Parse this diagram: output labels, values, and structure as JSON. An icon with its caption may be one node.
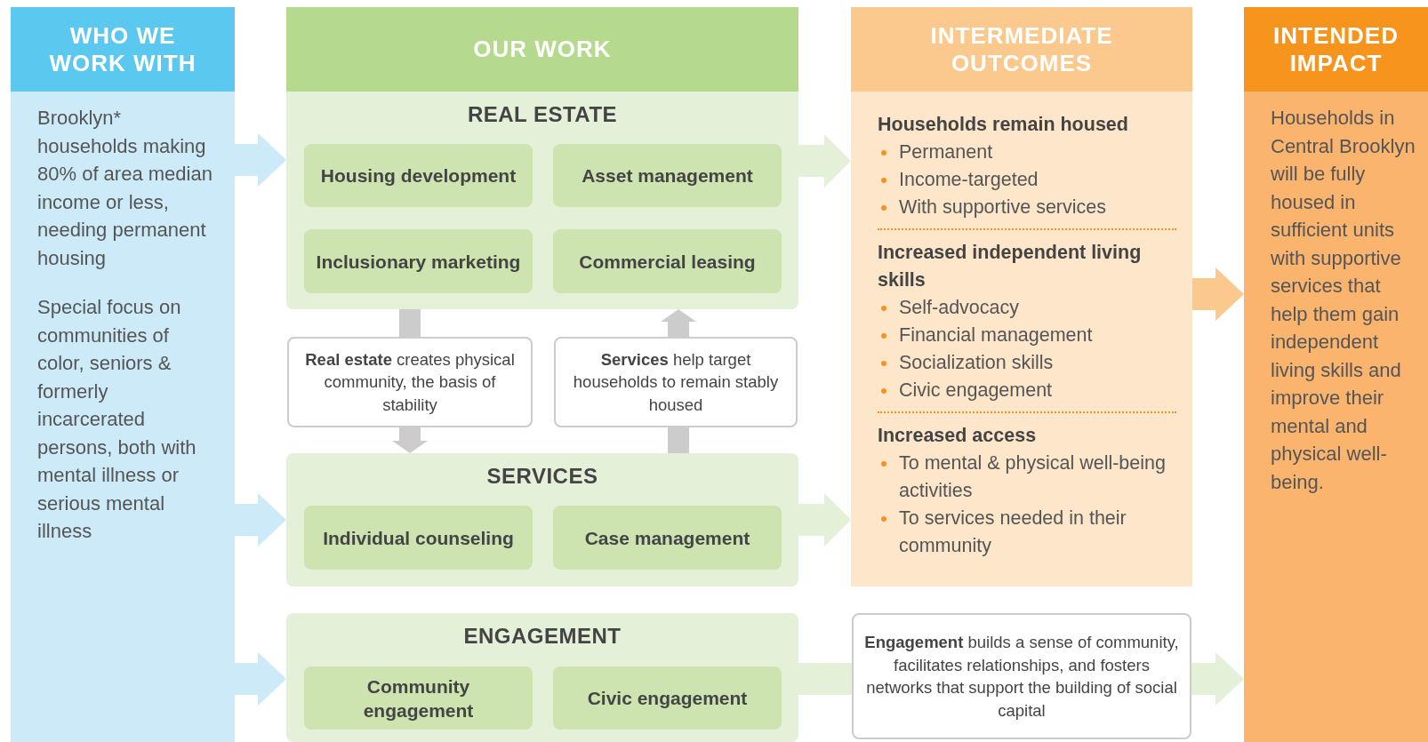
{
  "diagram": {
    "nodes": [
      {
        "text": [
          "WHO WE WORK WITH",
          "Brooklyn* households making 80% of area median income or less, needing permanent housing",
          "Special focus on communities of color, seniors & formerly incarcerated persons, both with mental illness or serious mental illness"
        ]
      },
      {
        "text": [
          "OUR WORK"
        ]
      },
      {
        "text": [
          "REAL ESTATE"
        ]
      },
      {
        "text": [
          "Housing development"
        ],
        "in": 2
      },
      {
        "text": [
          "Asset management"
        ],
        "in": 2
      },
      {
        "text": [
          "Inclusionary marketing"
        ],
        "in": 2
      },
      {
        "text": [
          "Commercial leasing"
        ],
        "in": 2
      },
      {
        "text": [
          "**Real estate** creates physical community, the basis of stability"
        ]
      },
      {
        "text": [
          "**Services** help target households to remain stably housed"
        ]
      },
      {
        "text": [
          "SERVICES"
        ]
      },
      {
        "text": [
          "Individual counseling"
        ],
        "in": 9
      },
      {
        "text": [
          "Case management"
        ],
        "in": 9
      },
      {
        "text": [
          "ENGAGEMENT"
        ]
      },
      {
        "text": [
          "Community engagement"
        ],
        "in": 12
      },
      {
        "text": [
          "Civic engagement"
        ],
        "in": 12
      },
      {
        "text": [
          "INTERMEDIATE OUTCOMES",
          "Households remain housed",
          "Permanent",
          "Income-targeted",
          "With supportive services",
          "Increased independent living skills",
          "Self-advocacy",
          "Financial management",
          "Socialization skills",
          "Civic engagement",
          "Increased access",
          "To mental & physical well-being activities",
          "To services needed in their community"
        ]
      },
      {
        "text": [
          "**Engagement** builds a sense of community, facilitates relationships, and fosters networks that support the building of social capital"
        ]
      },
      {
        "text": [
          "INTENDED IMPACT",
          "Households in Central Brooklyn will be fully housed in sufficient units with supportive services that help them gain independent living skills and improve their mental and physical well-being."
        ]
      }
    ],
    "edges": [
      {
        "from": 0,
        "to": 2,
        "arrow": "to",
        "color": "#cdeaf8"
      },
      {
        "from": 0,
        "to": 9,
        "arrow": "to",
        "color": "#cdeaf8"
      },
      {
        "from": 0,
        "to": 12,
        "arrow": "to",
        "color": "#cdeaf8"
      },
      {
        "from": 2,
        "to": 15,
        "arrow": "to",
        "color": "#e5f0d9"
      },
      {
        "from": 9,
        "to": 15,
        "arrow": "to",
        "color": "#e5f0d9"
      },
      {
        "from": 12,
        "to": 16,
        "arrow": "none",
        "color": "#e5f0d9"
      },
      {
        "from": 15,
        "to": 17,
        "arrow": "to",
        "color": "#fbc98e"
      },
      {
        "from": 16,
        "to": 17,
        "arrow": "to",
        "color": "#e5f0d9"
      },
      {
        "from": 2,
        "to": 7,
        "arrow": "none",
        "color": "#cccccc"
      },
      {
        "from": 7,
        "to": 9,
        "arrow": "to",
        "color": "#cccccc"
      },
      {
        "from": 9,
        "to": 8,
        "arrow": "none",
        "color": "#cccccc"
      },
      {
        "from": 8,
        "to": 2,
        "arrow": "to",
        "color": "#cccccc"
      }
    ]
  }
}
